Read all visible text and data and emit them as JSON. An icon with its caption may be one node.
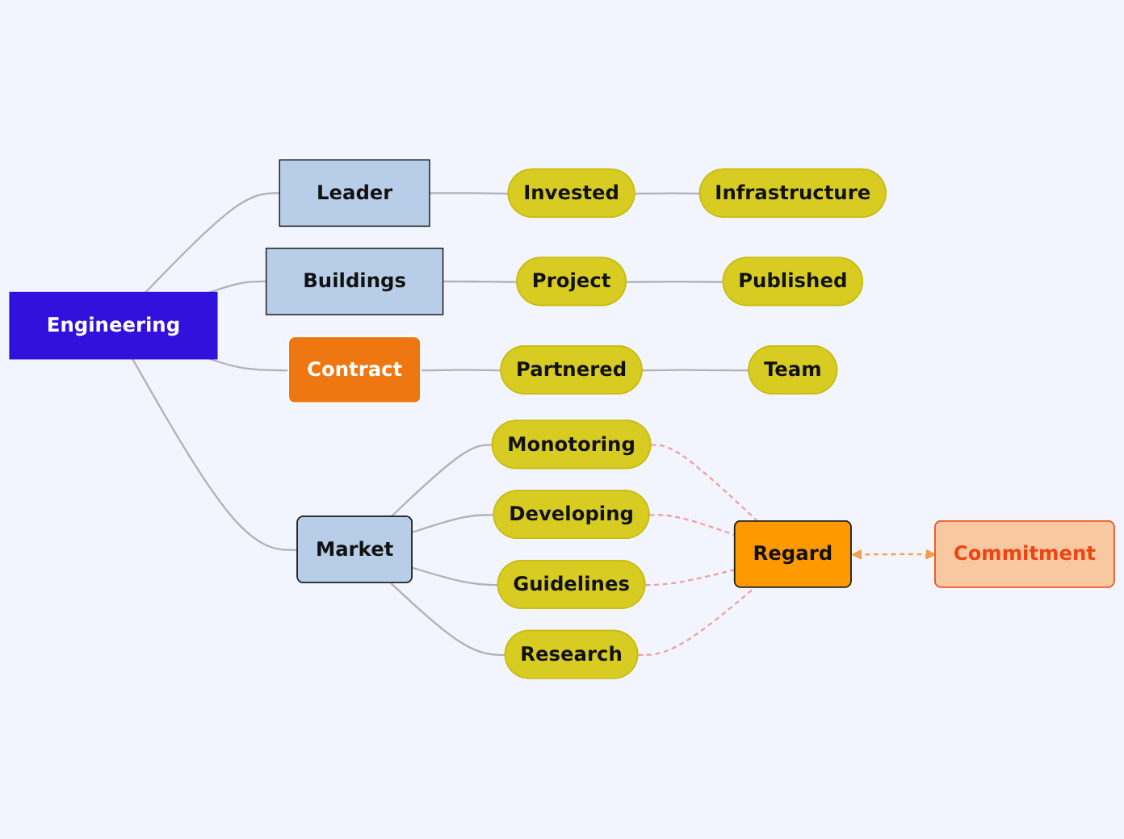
{
  "diagram": {
    "nodes": [
      {
        "text": [
          "Engineering"
        ]
      },
      {
        "text": [
          "Leader"
        ]
      },
      {
        "text": [
          "Invested"
        ]
      },
      {
        "text": [
          "Infrastructure"
        ]
      },
      {
        "text": [
          "Buildings"
        ]
      },
      {
        "text": [
          "Project"
        ]
      },
      {
        "text": [
          "Published"
        ]
      },
      {
        "text": [
          "Contract"
        ]
      },
      {
        "text": [
          "Partnered"
        ]
      },
      {
        "text": [
          "Team"
        ]
      },
      {
        "text": [
          "Market"
        ]
      },
      {
        "text": [
          "Monotoring"
        ]
      },
      {
        "text": [
          "Developing"
        ]
      },
      {
        "text": [
          "Guidelines"
        ]
      },
      {
        "text": [
          "Research"
        ]
      },
      {
        "text": [
          "Regard"
        ]
      },
      {
        "text": [
          "Commitment"
        ]
      }
    ],
    "edges": [
      {
        "from": 0,
        "to": 1,
        "arrow": "none"
      },
      {
        "from": 1,
        "to": 2,
        "arrow": "none"
      },
      {
        "from": 2,
        "to": 3,
        "arrow": "none"
      },
      {
        "from": 0,
        "to": 4,
        "arrow": "none"
      },
      {
        "from": 4,
        "to": 5,
        "arrow": "none"
      },
      {
        "from": 5,
        "to": 6,
        "arrow": "none"
      },
      {
        "from": 0,
        "to": 7,
        "arrow": "none"
      },
      {
        "from": 7,
        "to": 8,
        "arrow": "none"
      },
      {
        "from": 8,
        "to": 9,
        "arrow": "none"
      },
      {
        "from": 0,
        "to": 10,
        "arrow": "none"
      },
      {
        "from": 10,
        "to": 11,
        "arrow": "none"
      },
      {
        "from": 10,
        "to": 12,
        "arrow": "none"
      },
      {
        "from": 10,
        "to": 13,
        "arrow": "none"
      },
      {
        "from": 10,
        "to": 14,
        "arrow": "none"
      },
      {
        "from": 11,
        "to": 15,
        "arrow": "none",
        "style": "dashed",
        "color": "#f0a0a0"
      },
      {
        "from": 12,
        "to": 15,
        "arrow": "none",
        "style": "dashed",
        "color": "#f0a0a0"
      },
      {
        "from": 13,
        "to": 15,
        "arrow": "none",
        "style": "dashed",
        "color": "#f0a0a0"
      },
      {
        "from": 14,
        "to": 15,
        "arrow": "none",
        "style": "dashed",
        "color": "#f0a0a0"
      },
      {
        "from": 15,
        "to": 16,
        "arrow": "both",
        "style": "dashed",
        "color": "#f0a050"
      }
    ]
  }
}
